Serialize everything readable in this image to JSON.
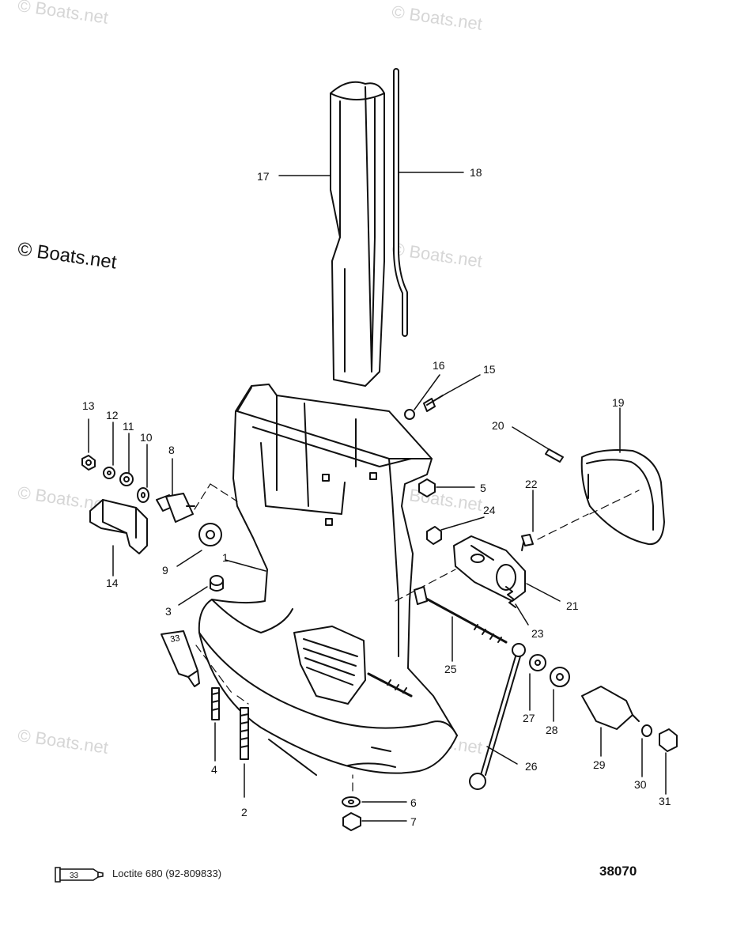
{
  "watermark": "© Boats.net",
  "callouts": [
    "1",
    "2",
    "3",
    "4",
    "5",
    "6",
    "7",
    "8",
    "9",
    "10",
    "11",
    "12",
    "13",
    "14",
    "15",
    "16",
    "17",
    "18",
    "19",
    "20",
    "21",
    "22",
    "23",
    "24",
    "25",
    "26",
    "27",
    "28",
    "29",
    "30",
    "31"
  ],
  "legend": {
    "tube_label": "33",
    "text": "Loctite 680 (92-809833)"
  },
  "part_tube_label": "33",
  "figure_number": "38070"
}
